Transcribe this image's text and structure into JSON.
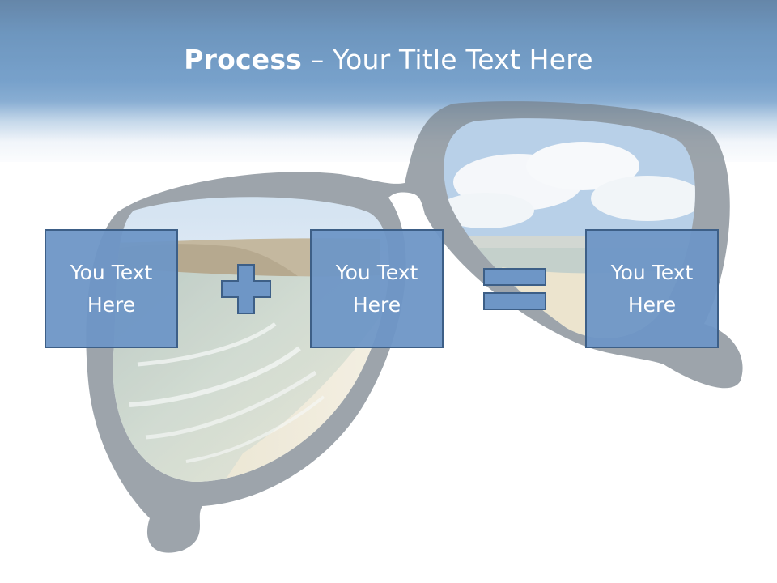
{
  "title": {
    "bold": "Process",
    "rest": " – Your Title Text Here"
  },
  "steps": [
    {
      "label": "You Text Here"
    },
    {
      "label": "You Text Here"
    },
    {
      "label": "You Text Here"
    }
  ],
  "operators": [
    "plus",
    "equals"
  ],
  "colors": {
    "header_blue": "#4e7fb0",
    "box_fill": "#6e96c6",
    "box_border": "#3d5f87"
  }
}
